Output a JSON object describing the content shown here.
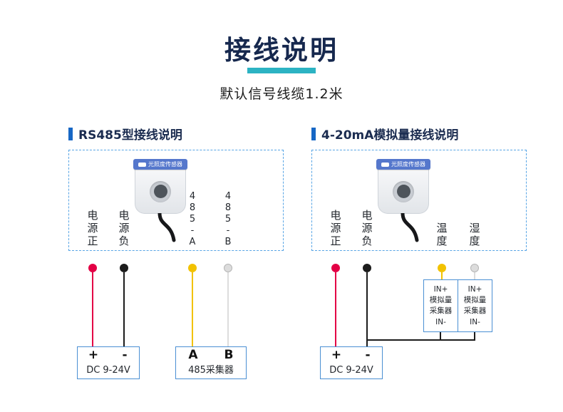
{
  "header": {
    "title": "接线说明",
    "subtitle": "默认信号线缆1.2米"
  },
  "sensor": {
    "label": "光照度传感器"
  },
  "rs485_section": {
    "title": "RS485型接线说明",
    "wire_labels": [
      "电源正",
      "电源负",
      "485-A",
      "485-B"
    ],
    "power_box": {
      "plus": "+",
      "minus": "-",
      "label": "DC 9-24V"
    },
    "collector_box": {
      "terminal_a": "A",
      "terminal_b": "B",
      "label": "485采集器"
    }
  },
  "analog_section": {
    "title": "4-20mA模拟量接线说明",
    "wire_labels": [
      "电源正",
      "电源负",
      "温度",
      "湿度"
    ],
    "power_box": {
      "plus": "+",
      "minus": "-",
      "label": "DC 9-24V"
    },
    "collector_boxes": [
      {
        "lines": [
          "IN+",
          "模拟量",
          "采集器",
          "IN-"
        ]
      },
      {
        "lines": [
          "IN+",
          "模拟量",
          "采集器",
          "IN-"
        ]
      }
    ]
  },
  "colors": {
    "title_navy": "#16284e",
    "accent_teal": "#2cb3c3",
    "section_marker_blue": "#1767c5",
    "dashed_border_blue": "#58a5e5",
    "box_border_blue": "#4a8fd3",
    "sensor_band_blue": "#5577cc",
    "wire_positive": "#e30045",
    "wire_negative": "#1c1c1c",
    "wire_yellow": "#f2c200",
    "wire_white": "#dcdcdc"
  }
}
